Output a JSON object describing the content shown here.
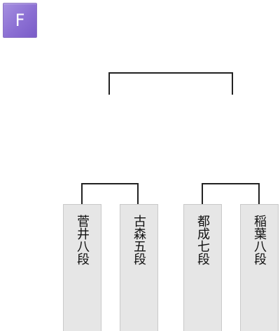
{
  "block": {
    "label": "F",
    "color": "#8b6fd3"
  },
  "players": [
    {
      "name": "菅井八段"
    },
    {
      "name": "古森五段"
    },
    {
      "name": "都成七段"
    },
    {
      "name": "稲葉八段"
    }
  ]
}
